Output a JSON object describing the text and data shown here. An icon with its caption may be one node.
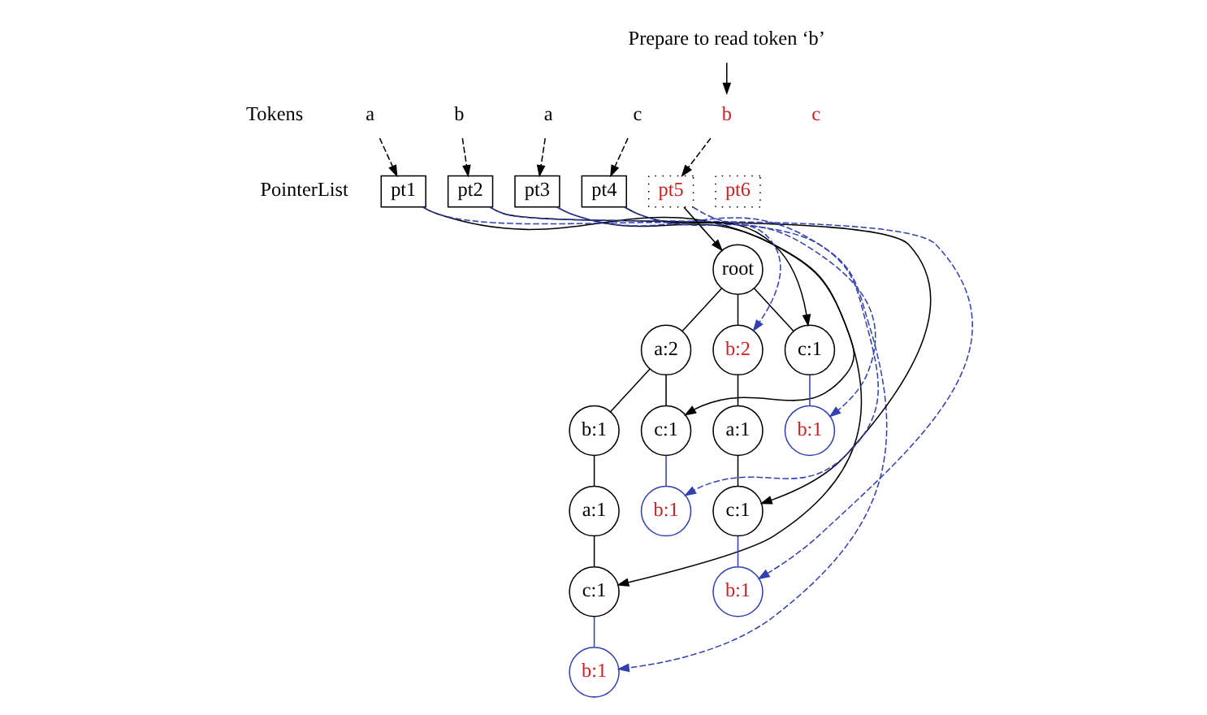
{
  "diagram": {
    "nodes": [
      {
        "text": [
          "Prepare to read token ‘b’"
        ]
      },
      {
        "text": [
          "a"
        ]
      },
      {
        "text": [
          "b"
        ]
      },
      {
        "text": [
          "a"
        ]
      },
      {
        "text": [
          "c"
        ]
      },
      {
        "text": [
          "b"
        ]
      },
      {
        "text": [
          "c"
        ]
      },
      {
        "text": [
          "pt1"
        ]
      },
      {
        "text": [
          "pt2"
        ]
      },
      {
        "text": [
          "pt3"
        ]
      },
      {
        "text": [
          "pt4"
        ]
      },
      {
        "text": [
          "pt5"
        ]
      },
      {
        "text": [
          "pt6"
        ]
      },
      {
        "text": [
          "root"
        ]
      },
      {
        "text": [
          "a:2"
        ]
      },
      {
        "text": [
          "b:2"
        ]
      },
      {
        "text": [
          "c:1"
        ]
      },
      {
        "text": [
          "b:1"
        ]
      },
      {
        "text": [
          "c:1"
        ]
      },
      {
        "text": [
          "a:1"
        ]
      },
      {
        "text": [
          "b:1"
        ]
      },
      {
        "text": [
          "a:1"
        ]
      },
      {
        "text": [
          "b:1"
        ]
      },
      {
        "text": [
          "c:1"
        ]
      },
      {
        "text": [
          "c:1"
        ]
      },
      {
        "text": [
          "b:1"
        ]
      },
      {
        "text": [
          "b:1"
        ]
      }
    ],
    "edges": [
      {
        "from": 0,
        "to": 5,
        "arrow": "to"
      },
      {
        "from": 1,
        "to": 7,
        "arrow": "to",
        "style": "dashed"
      },
      {
        "from": 2,
        "to": 8,
        "arrow": "to",
        "style": "dashed"
      },
      {
        "from": 3,
        "to": 9,
        "arrow": "to",
        "style": "dashed"
      },
      {
        "from": 4,
        "to": 10,
        "arrow": "to",
        "style": "dashed"
      },
      {
        "from": 5,
        "to": 11,
        "arrow": "to",
        "style": "dashed"
      },
      {
        "from": 13,
        "to": 14,
        "arrow": "none"
      },
      {
        "from": 13,
        "to": 15,
        "arrow": "none"
      },
      {
        "from": 13,
        "to": 16,
        "arrow": "none"
      },
      {
        "from": 14,
        "to": 17,
        "arrow": "none"
      },
      {
        "from": 14,
        "to": 18,
        "arrow": "none"
      },
      {
        "from": 15,
        "to": 19,
        "arrow": "none"
      },
      {
        "from": 16,
        "to": 20,
        "arrow": "none",
        "color": "#3340b0"
      },
      {
        "from": 17,
        "to": 21,
        "arrow": "none"
      },
      {
        "from": 18,
        "to": 22,
        "arrow": "none",
        "color": "#3340b0"
      },
      {
        "from": 19,
        "to": 23,
        "arrow": "none"
      },
      {
        "from": 21,
        "to": 24,
        "arrow": "none"
      },
      {
        "from": 23,
        "to": 25,
        "arrow": "none",
        "color": "#3340b0"
      },
      {
        "from": 24,
        "to": 26,
        "arrow": "none",
        "color": "#3340b0"
      },
      {
        "from": 7,
        "to": 24,
        "arrow": "to"
      },
      {
        "from": 7,
        "to": 26,
        "arrow": "to",
        "style": "dashed",
        "color": "#3340b0"
      },
      {
        "from": 8,
        "to": 23,
        "arrow": "to"
      },
      {
        "from": 8,
        "to": 25,
        "arrow": "to",
        "style": "dashed",
        "color": "#3340b0"
      },
      {
        "from": 9,
        "to": 18,
        "arrow": "to"
      },
      {
        "from": 9,
        "to": 22,
        "arrow": "to",
        "style": "dashed",
        "color": "#3340b0"
      },
      {
        "from": 10,
        "to": 16,
        "arrow": "to"
      },
      {
        "from": 10,
        "to": 20,
        "arrow": "to",
        "style": "dashed",
        "color": "#3340b0"
      },
      {
        "from": 11,
        "to": 13,
        "arrow": "to"
      },
      {
        "from": 11,
        "to": 15,
        "arrow": "to",
        "style": "dashed",
        "color": "#3340b0"
      }
    ],
    "labels": [
      "Tokens",
      "PointerList"
    ]
  }
}
